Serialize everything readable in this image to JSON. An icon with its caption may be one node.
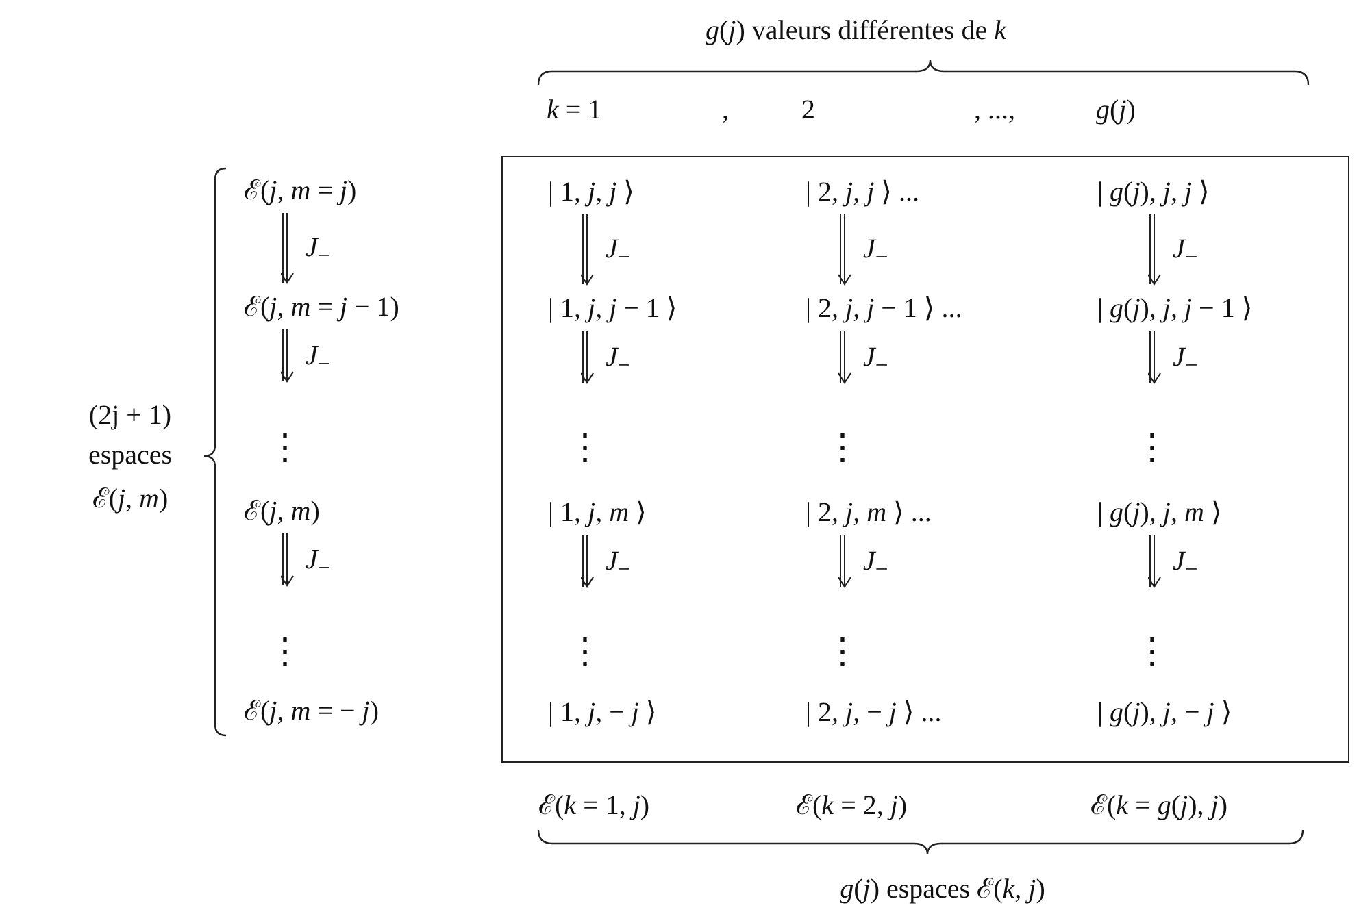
{
  "diagram": {
    "nodes": [
      {
        "text": [
          "ℰ(*j*, *m* = *j*)"
        ]
      },
      {
        "text": [
          "ℰ(*j*, *m* = *j* − 1)"
        ]
      },
      {
        "text": [
          "ℰ(*j*, *m*)"
        ]
      },
      {
        "text": [
          "ℰ(*j*, *m* = − *j*)"
        ]
      },
      {
        "text": [],
        "shape": "box"
      },
      {
        "text": [
          "| 1, *j*, *j* ⟩"
        ],
        "in": 4
      },
      {
        "text": [
          "| 1, *j*, *j* − 1 ⟩"
        ],
        "in": 4
      },
      {
        "text": [
          "| 1, *j*, *m* ⟩"
        ],
        "in": 4
      },
      {
        "text": [
          "| 1, *j*, − *j* ⟩"
        ],
        "in": 4
      },
      {
        "text": [
          "| 2, *j*, *j* ⟩ ..."
        ],
        "in": 4
      },
      {
        "text": [
          "| 2, *j*, *j* − 1 ⟩ ..."
        ],
        "in": 4
      },
      {
        "text": [
          "| 2, *j*, *m* ⟩ ..."
        ],
        "in": 4
      },
      {
        "text": [
          "| 2, *j*, − *j* ⟩ ..."
        ],
        "in": 4
      },
      {
        "text": [
          "| *g*(*j*), *j*, *j* ⟩"
        ],
        "in": 4
      },
      {
        "text": [
          "| *g*(*j*), *j*, *j* − 1 ⟩"
        ],
        "in": 4
      },
      {
        "text": [
          "| *g*(*j*), *j*, *m* ⟩"
        ],
        "in": 4
      },
      {
        "text": [
          "| *g*(*j*), *j*, − *j* ⟩"
        ],
        "in": 4
      }
    ],
    "edges": [
      {
        "from": 0,
        "to": 1,
        "arrow": "to",
        "label": "*J*$_{−}$"
      },
      {
        "from": 1,
        "to": null,
        "arrow": "to",
        "label": "*J*$_{−}$"
      },
      {
        "from": 2,
        "to": null,
        "arrow": "to",
        "label": "*J*$_{−}$"
      },
      {
        "from": 5,
        "to": 6,
        "arrow": "to",
        "label": "*J*$_{−}$"
      },
      {
        "from": 6,
        "to": null,
        "arrow": "to",
        "label": "*J*$_{−}$"
      },
      {
        "from": 7,
        "to": null,
        "arrow": "to",
        "label": "*J*$_{−}$"
      },
      {
        "from": 9,
        "to": 10,
        "arrow": "to",
        "label": "*J*$_{−}$"
      },
      {
        "from": 10,
        "to": null,
        "arrow": "to",
        "label": "*J*$_{−}$"
      },
      {
        "from": 11,
        "to": null,
        "arrow": "to",
        "label": "*J*$_{−}$"
      },
      {
        "from": 13,
        "to": 14,
        "arrow": "to",
        "label": "*J*$_{−}$"
      },
      {
        "from": 14,
        "to": null,
        "arrow": "to",
        "label": "*J*$_{−}$"
      },
      {
        "from": 15,
        "to": null,
        "arrow": "to",
        "label": "*J*$_{−}$"
      }
    ],
    "labels": [
      "*g*(*j*) valeurs différentes de *k*",
      "*k* = 1",
      ",",
      "2",
      ", ...,",
      "*g*(*j*)",
      "(2j + 1)",
      "espaces",
      "ℰ(*j*, *m*)",
      "⋮",
      "⋮",
      "⋮",
      "⋮",
      "⋮",
      "⋮",
      "⋮",
      "⋮",
      "ℰ(*k* = 1, *j*)",
      "ℰ(*k* = 2, *j*)",
      "ℰ(*k* = *g*(*j*), *j*)",
      "*g*(*j*) espaces ℰ(*k*, *j*)"
    ]
  }
}
